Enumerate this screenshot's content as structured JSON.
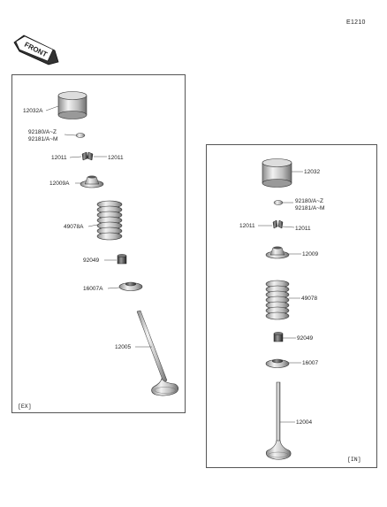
{
  "diagram_code": "E1210",
  "front_label": "FRONT",
  "exhaust": {
    "tag": "[EX]",
    "parts": {
      "lifter": "12032A",
      "shim_1": "92180/A~Z",
      "shim_2": "92181/A~M",
      "keeper_left": "12011",
      "keeper_right": "12011",
      "retainer": "12009A",
      "spring": "49078A",
      "seal": "92049",
      "spring_seat": "16007A",
      "valve": "12005"
    }
  },
  "intake": {
    "tag": "[IN]",
    "parts": {
      "lifter": "12032",
      "shim_1": "92180/A~Z",
      "shim_2": "92181/A~M",
      "keeper_left": "12011",
      "keeper_right": "12011",
      "retainer": "12009",
      "spring": "49078",
      "seal": "92049",
      "spring_seat": "16007",
      "valve": "12004"
    }
  }
}
